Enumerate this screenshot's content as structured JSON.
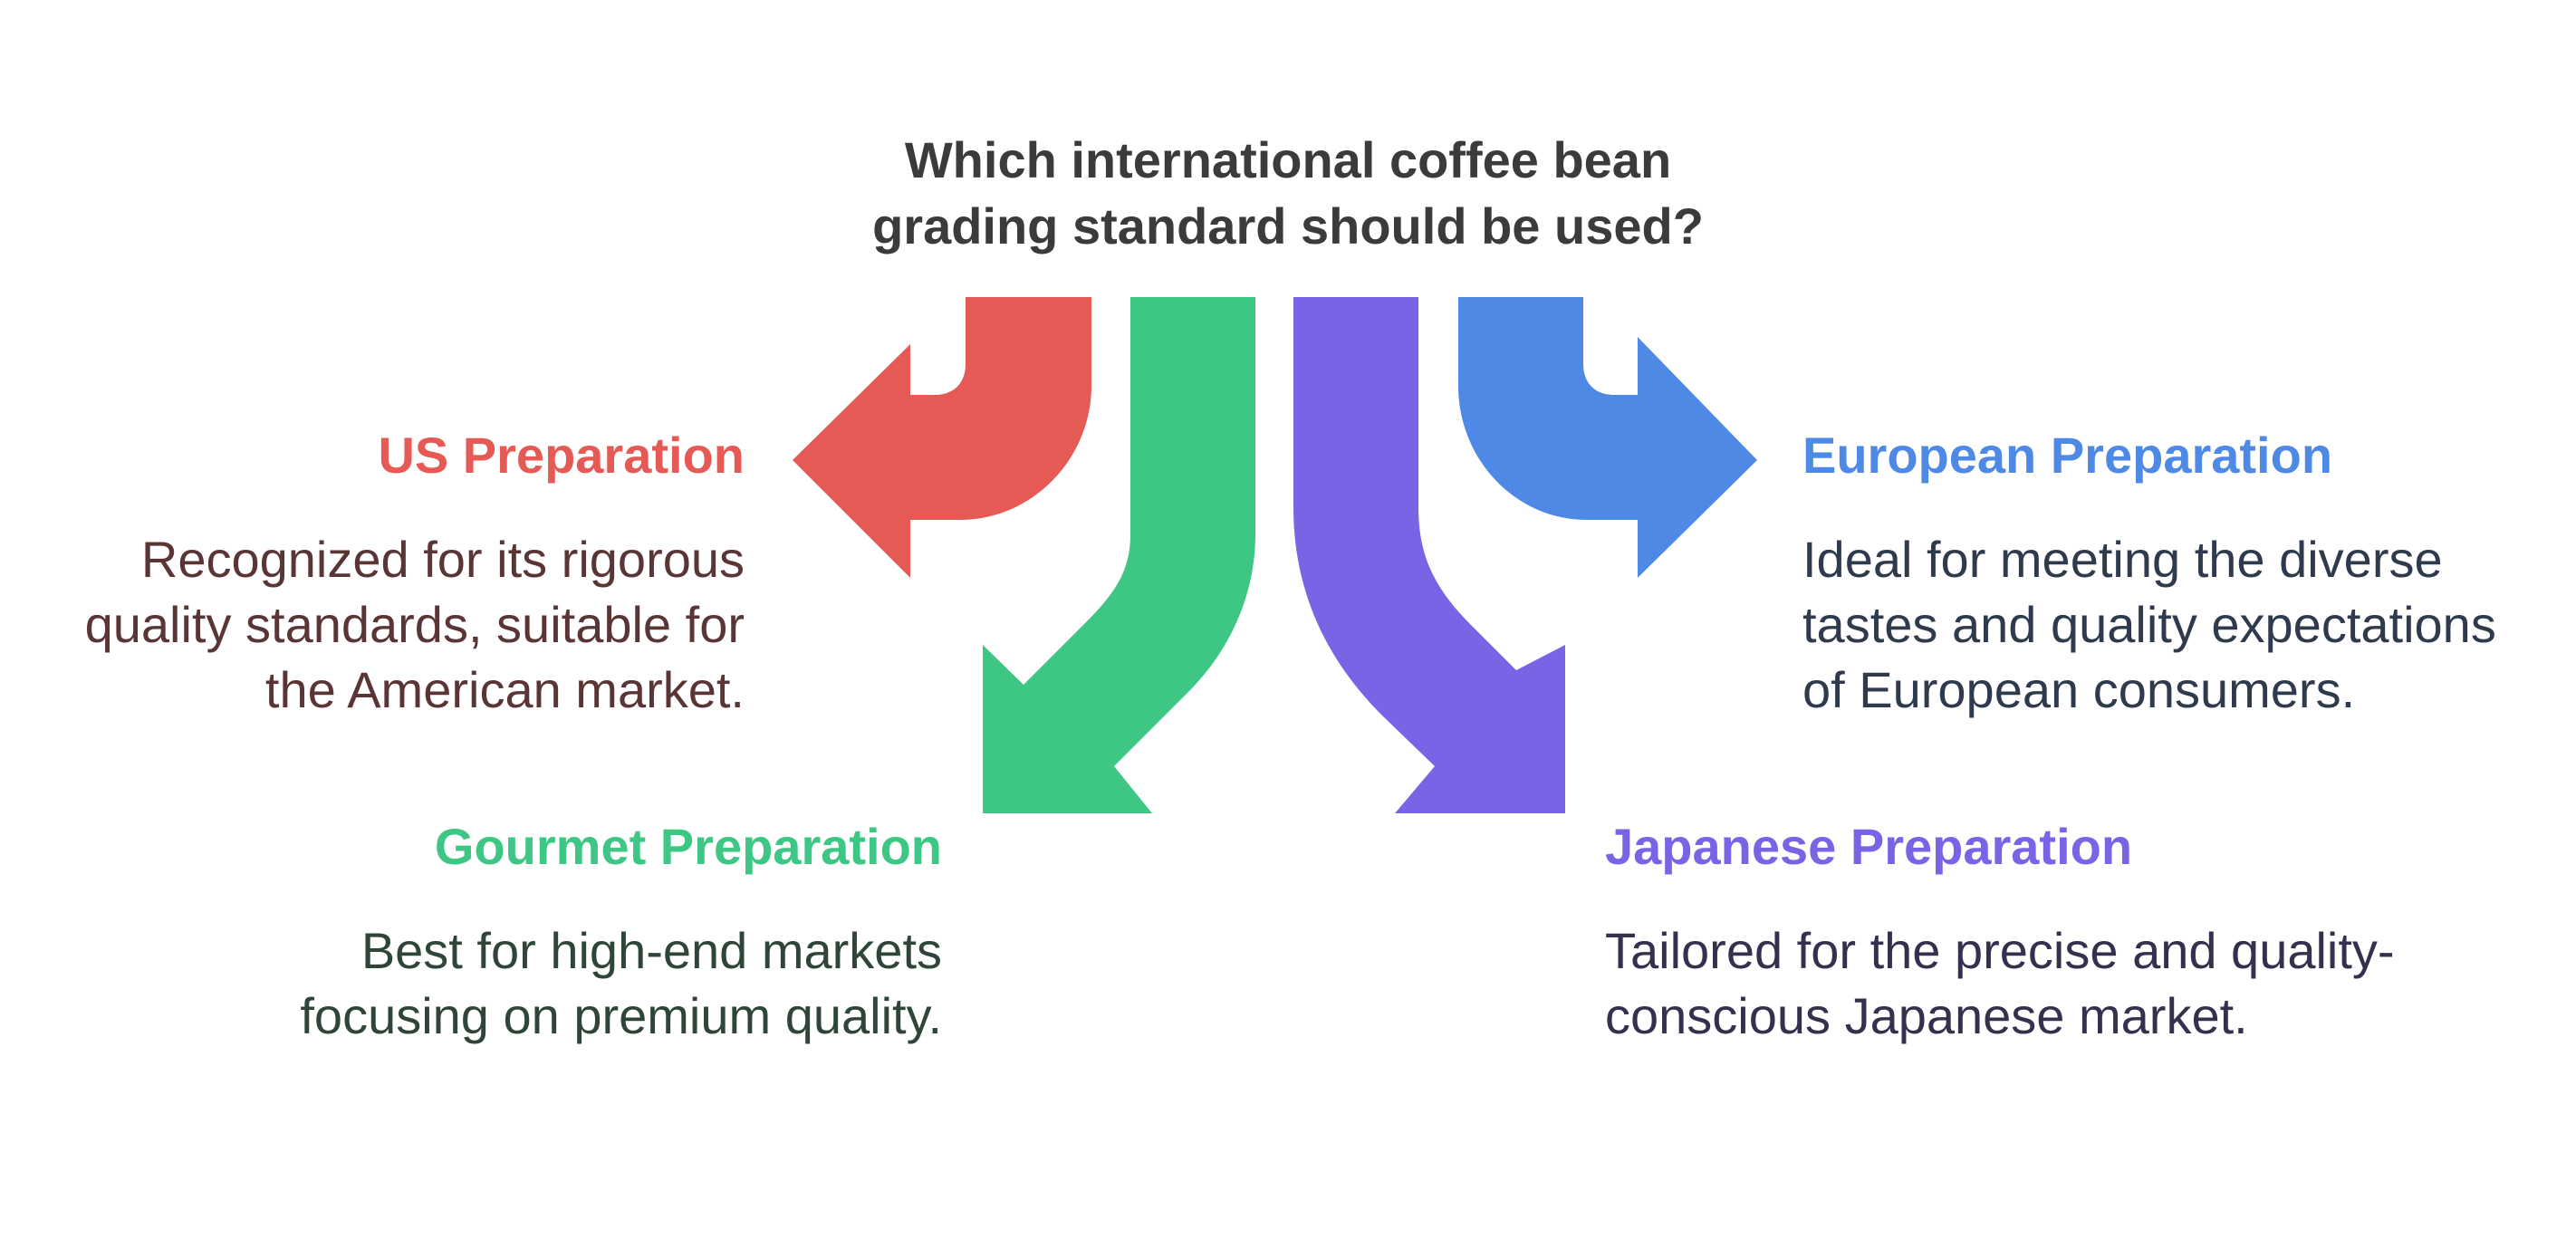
{
  "title": "Which international coffee bean\ngrading standard should be used?",
  "colors": {
    "us": "#e55a55",
    "gourmet": "#3ec684",
    "japanese": "#7b63e6",
    "european": "#4e89e6"
  },
  "options": {
    "us": {
      "heading": "US Preparation",
      "description": "Recognized for its rigorous quality standards, suitable for the American market."
    },
    "gourmet": {
      "heading": "Gourmet Preparation",
      "description": "Best for high-end markets focusing on premium quality."
    },
    "european": {
      "heading": "European Preparation",
      "description": "Ideal for meeting the diverse tastes and quality expectations of European consumers."
    },
    "japanese": {
      "heading": "Japanese Preparation",
      "description": "Tailored for the precise and quality-conscious Japanese market."
    }
  }
}
